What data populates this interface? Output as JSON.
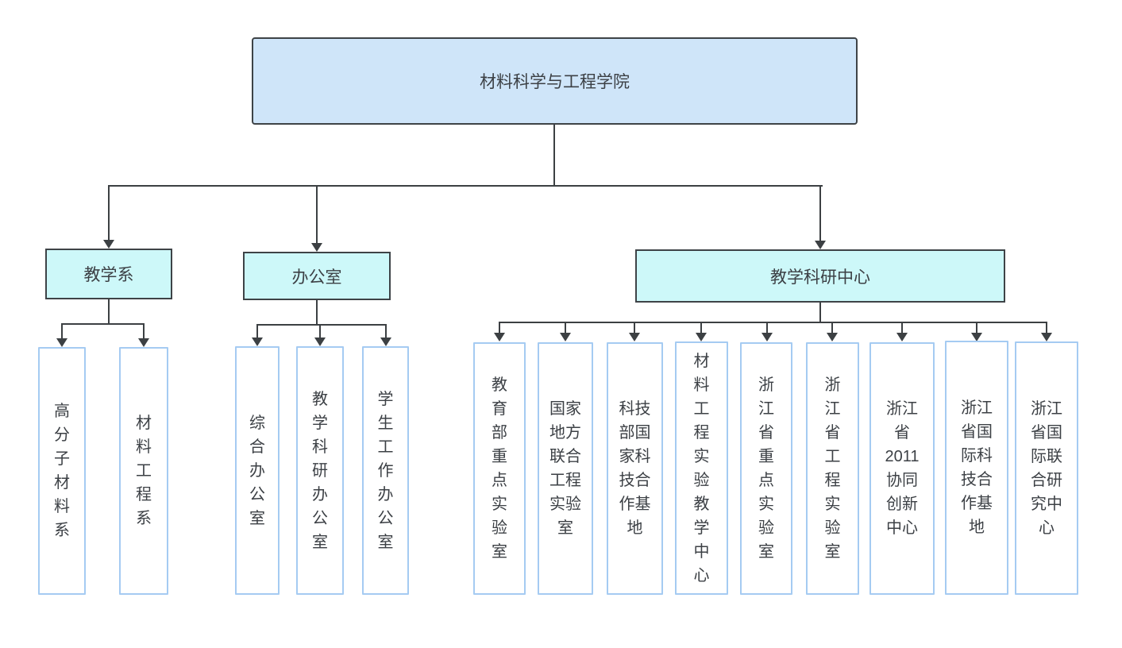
{
  "colors": {
    "root_fill": "#cfe5f9",
    "root_border": "#3e4347",
    "dept_fill": "#cdf8f9",
    "dept_border": "#3e4347",
    "leaf_fill": "#ffffff",
    "leaf_border": "#a5cbf2",
    "connector": "#3c4043",
    "text": "#3c4045",
    "page_bg": "#ffffff"
  },
  "org": {
    "root": {
      "label": "材料科学与工程学院"
    },
    "branches": [
      {
        "label": "教学系",
        "children": [
          {
            "label": "高分子材料系",
            "lines": [
              "高",
              "分",
              "子",
              "材",
              "料",
              "系"
            ]
          },
          {
            "label": "材料工程系",
            "lines": [
              "材",
              "料",
              "工",
              "程",
              "系"
            ]
          }
        ]
      },
      {
        "label": "办公室",
        "children": [
          {
            "label": "综合办公室",
            "lines": [
              "综",
              "合",
              "办",
              "公",
              "室"
            ]
          },
          {
            "label": "教学科研办公室",
            "lines": [
              "教",
              "学",
              "科",
              "研",
              "办",
              "公",
              "室"
            ]
          },
          {
            "label": "学生工作办公室",
            "lines": [
              "学",
              "生",
              "工",
              "作",
              "办",
              "公",
              "室"
            ]
          }
        ]
      },
      {
        "label": "教学科研中心",
        "children": [
          {
            "label": "教育部重点实验室",
            "lines": [
              "教",
              "育",
              "部",
              "重",
              "点",
              "实",
              "验",
              "室"
            ]
          },
          {
            "label": "国家地方联合工程实验室",
            "lines": [
              "国家",
              "地方",
              "联合",
              "工程",
              "实验",
              "室"
            ]
          },
          {
            "label": "科技部国家科技合作基地",
            "lines": [
              "科技",
              "部国",
              "家科",
              "技合",
              "作基",
              "地"
            ]
          },
          {
            "label": "材料工程实验教学中心",
            "lines": [
              "材",
              "料",
              "工",
              "程",
              "实",
              "验",
              "教",
              "学",
              "中",
              "心"
            ]
          },
          {
            "label": "浙江省重点实验室",
            "lines": [
              "浙",
              "江",
              "省",
              "重",
              "点",
              "实",
              "验",
              "室"
            ]
          },
          {
            "label": "浙江省工程实验室",
            "lines": [
              "浙",
              "江",
              "省",
              "工",
              "程",
              "实",
              "验",
              "室"
            ]
          },
          {
            "label": "浙江省2011协同创新中心",
            "lines": [
              "浙江",
              "省",
              "2011",
              "协同",
              "创新",
              "中心"
            ]
          },
          {
            "label": "浙江省国际科技合作基地",
            "lines": [
              "浙江",
              "省国",
              "际科",
              "技合",
              "作基",
              "地"
            ]
          },
          {
            "label": "浙江省国际联合研究中心",
            "lines": [
              "浙江",
              "省国",
              "际联",
              "合研",
              "究中",
              "心"
            ]
          }
        ]
      }
    ]
  }
}
